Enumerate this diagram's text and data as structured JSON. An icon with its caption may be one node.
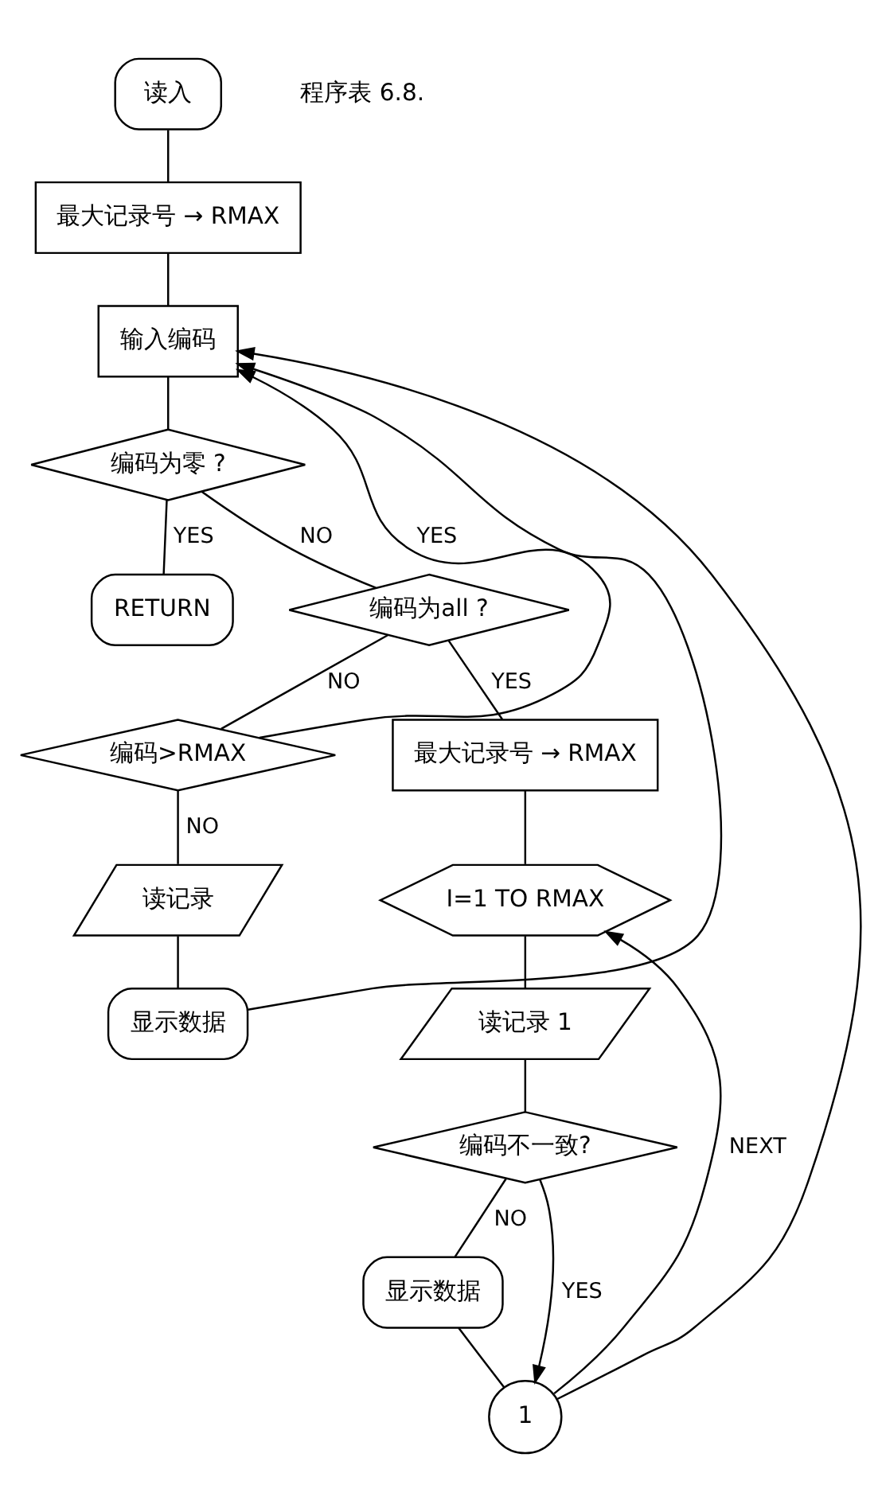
{
  "diagram": {
    "nodes": [
      {
        "text": [
          "读入"
        ]
      },
      {
        "text": [
          "最大记录号 → RMAX"
        ]
      },
      {
        "text": [
          "输入编码"
        ]
      },
      {
        "text": [
          "编码为零 ?"
        ]
      },
      {
        "text": [
          "RETURN"
        ]
      },
      {
        "text": [
          "编码为all ?"
        ]
      },
      {
        "text": [
          "编码>RMAX"
        ]
      },
      {
        "text": [
          "读记录"
        ]
      },
      {
        "text": [
          "显示数据"
        ]
      },
      {
        "text": [
          "最大记录号 → RMAX"
        ]
      },
      {
        "text": [
          "I=1 TO RMAX"
        ]
      },
      {
        "text": [
          "读记录 1"
        ]
      },
      {
        "text": [
          "编码不一致?"
        ]
      },
      {
        "text": [
          "显示数据"
        ]
      },
      {
        "text": [
          "1"
        ]
      }
    ],
    "edges": [
      {
        "from": 0,
        "to": 1,
        "arrow": "none"
      },
      {
        "from": 1,
        "to": 2,
        "arrow": "none"
      },
      {
        "from": 2,
        "to": 3,
        "arrow": "none"
      },
      {
        "from": 3,
        "to": 4,
        "arrow": "none",
        "label": "YES"
      },
      {
        "from": 3,
        "to": 5,
        "arrow": "none",
        "label": "NO"
      },
      {
        "from": 5,
        "to": 9,
        "arrow": "none",
        "label": "YES"
      },
      {
        "from": 5,
        "to": 6,
        "arrow": "none",
        "label": "NO"
      },
      {
        "from": 6,
        "to": 2,
        "arrow": "to",
        "label": "YES"
      },
      {
        "from": 6,
        "to": 7,
        "arrow": "none",
        "label": "NO"
      },
      {
        "from": 7,
        "to": 8,
        "arrow": "none"
      },
      {
        "from": 8,
        "to": 2,
        "arrow": "to"
      },
      {
        "from": 9,
        "to": 10,
        "arrow": "none"
      },
      {
        "from": 10,
        "to": 11,
        "arrow": "none"
      },
      {
        "from": 11,
        "to": 12,
        "arrow": "none"
      },
      {
        "from": 12,
        "to": 13,
        "arrow": "none",
        "label": "NO"
      },
      {
        "from": 12,
        "to": 14,
        "arrow": "to",
        "label": "YES"
      },
      {
        "from": 13,
        "to": 14,
        "arrow": "none"
      },
      {
        "from": 14,
        "to": 10,
        "arrow": "to",
        "label": "NEXT"
      },
      {
        "from": 14,
        "to": 2,
        "arrow": "to"
      }
    ],
    "labels": [
      "程序表 6.8."
    ]
  }
}
